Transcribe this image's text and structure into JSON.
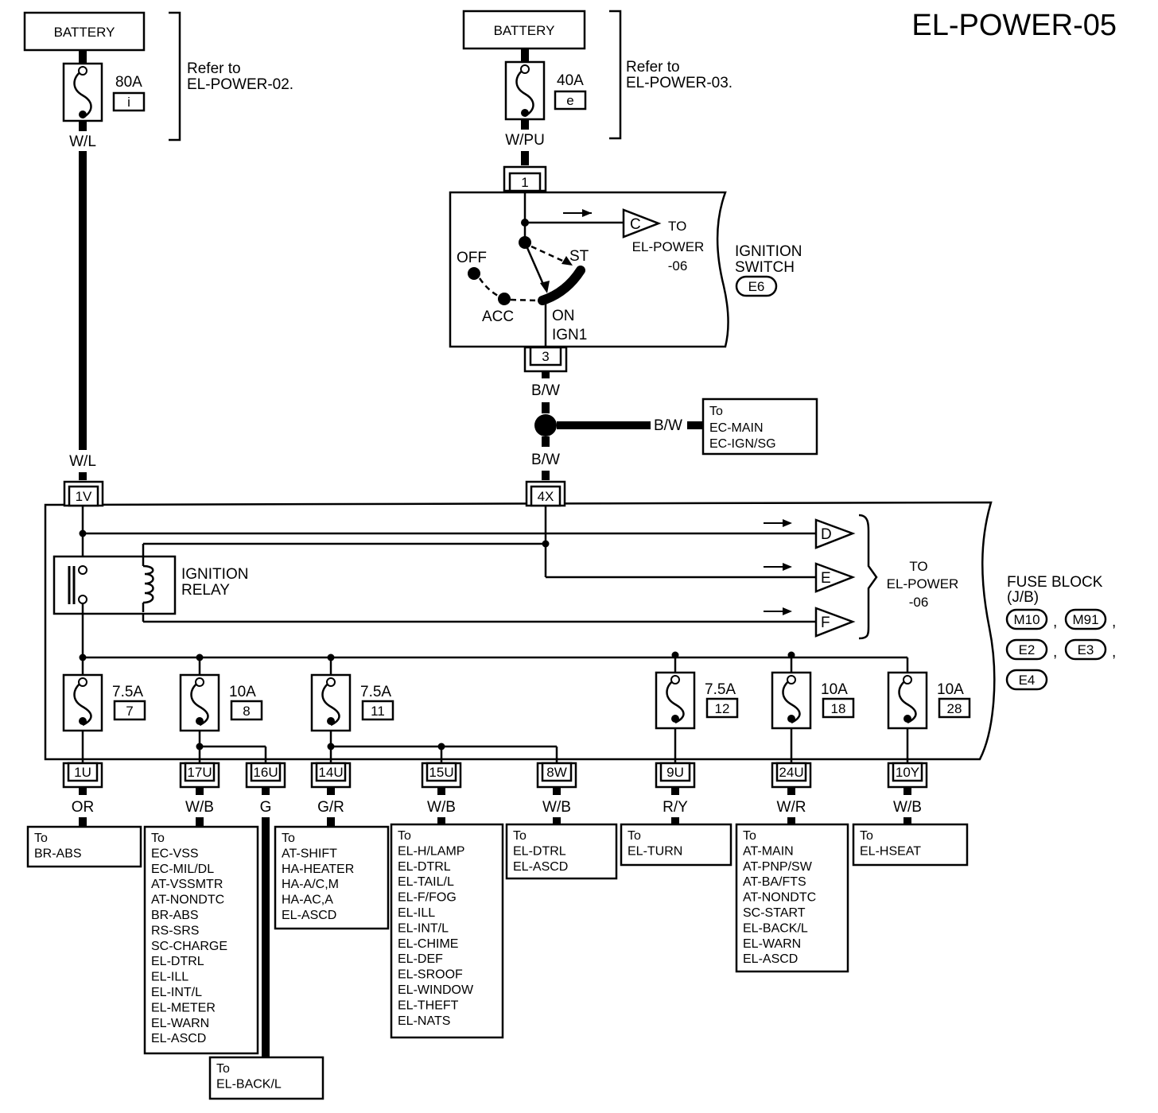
{
  "title": "EL-POWER-05",
  "battery_left": {
    "label": "BATTERY",
    "fuse_amp": "80A",
    "fuse_id": "i",
    "refer": [
      "Refer to",
      "EL-POWER-02."
    ],
    "wire": "W/L"
  },
  "battery_right": {
    "label": "BATTERY",
    "fuse_amp": "40A",
    "fuse_id": "e",
    "refer": [
      "Refer to",
      "EL-POWER-03."
    ],
    "wire": "W/PU"
  },
  "ignition_switch": {
    "title": [
      "IGNITION",
      "SWITCH"
    ],
    "connector": "E6",
    "terminal_in": "1",
    "terminal_out": "3",
    "positions": {
      "off": "OFF",
      "acc": "ACC",
      "st": "ST",
      "on": "ON",
      "ign": "IGN1"
    },
    "to_c": {
      "letter": "C",
      "label": [
        "TO",
        "EL-POWER",
        "-06"
      ]
    }
  },
  "bw_junction": {
    "wire_top": "B/W",
    "wire_right": "B/W",
    "wire_bottom": "B/W",
    "dest": [
      "To",
      "EC-MAIN",
      "EC-IGN/SG"
    ]
  },
  "left_wire_lower": "W/L",
  "fuse_block": {
    "connector_1v": "1V",
    "connector_4x": "4X",
    "relay": [
      "IGNITION",
      "RELAY"
    ],
    "outputs": [
      "D",
      "E",
      "F"
    ],
    "outputs_to": [
      "TO",
      "EL-POWER",
      "-06"
    ],
    "title": [
      "FUSE BLOCK",
      "(J/B)"
    ],
    "connectors": [
      "M10",
      "M91",
      "E2",
      "E3",
      "E4"
    ],
    "connector_sep": ","
  },
  "fuses": [
    {
      "amp": "7.5A",
      "num": "7"
    },
    {
      "amp": "10A",
      "num": "8"
    },
    {
      "amp": "7.5A",
      "num": "11"
    },
    {
      "amp": "7.5A",
      "num": "12"
    },
    {
      "amp": "10A",
      "num": "18"
    },
    {
      "amp": "10A",
      "num": "28"
    }
  ],
  "outputs": [
    {
      "conn": "1U",
      "wire": "OR",
      "dest": [
        "To",
        "BR-ABS"
      ]
    },
    {
      "conn": "17U",
      "wire": "W/B",
      "dest": [
        "To",
        "EC-VSS",
        "EC-MIL/DL",
        "AT-VSSMTR",
        "AT-NONDTC",
        "BR-ABS",
        "RS-SRS",
        "SC-CHARGE",
        "EL-DTRL",
        "EL-ILL",
        "EL-INT/L",
        "EL-METER",
        "EL-WARN",
        "EL-ASCD"
      ]
    },
    {
      "conn": "16U",
      "wire": "G",
      "dest": [
        "To",
        "EL-BACK/L"
      ]
    },
    {
      "conn": "14U",
      "wire": "G/R",
      "dest": [
        "To",
        "AT-SHIFT",
        "HA-HEATER",
        "HA-A/C,M",
        "HA-AC,A",
        "EL-ASCD"
      ]
    },
    {
      "conn": "15U",
      "wire": "W/B",
      "dest": [
        "To",
        "EL-H/LAMP",
        "EL-DTRL",
        "EL-TAIL/L",
        "EL-F/FOG",
        "EL-ILL",
        "EL-INT/L",
        "EL-CHIME",
        "EL-DEF",
        "EL-SROOF",
        "EL-WINDOW",
        "EL-THEFT",
        "EL-NATS"
      ]
    },
    {
      "conn": "8W",
      "wire": "W/B",
      "dest": [
        "To",
        "EL-DTRL",
        "EL-ASCD"
      ]
    },
    {
      "conn": "9U",
      "wire": "R/Y",
      "dest": [
        "To",
        "EL-TURN"
      ]
    },
    {
      "conn": "24U",
      "wire": "W/R",
      "dest": [
        "To",
        "AT-MAIN",
        "AT-PNP/SW",
        "AT-BA/FTS",
        "AT-NONDTC",
        "SC-START",
        "EL-BACK/L",
        "EL-WARN",
        "EL-ASCD"
      ]
    },
    {
      "conn": "10Y",
      "wire": "W/B",
      "dest": [
        "To",
        "EL-HSEAT"
      ]
    }
  ]
}
